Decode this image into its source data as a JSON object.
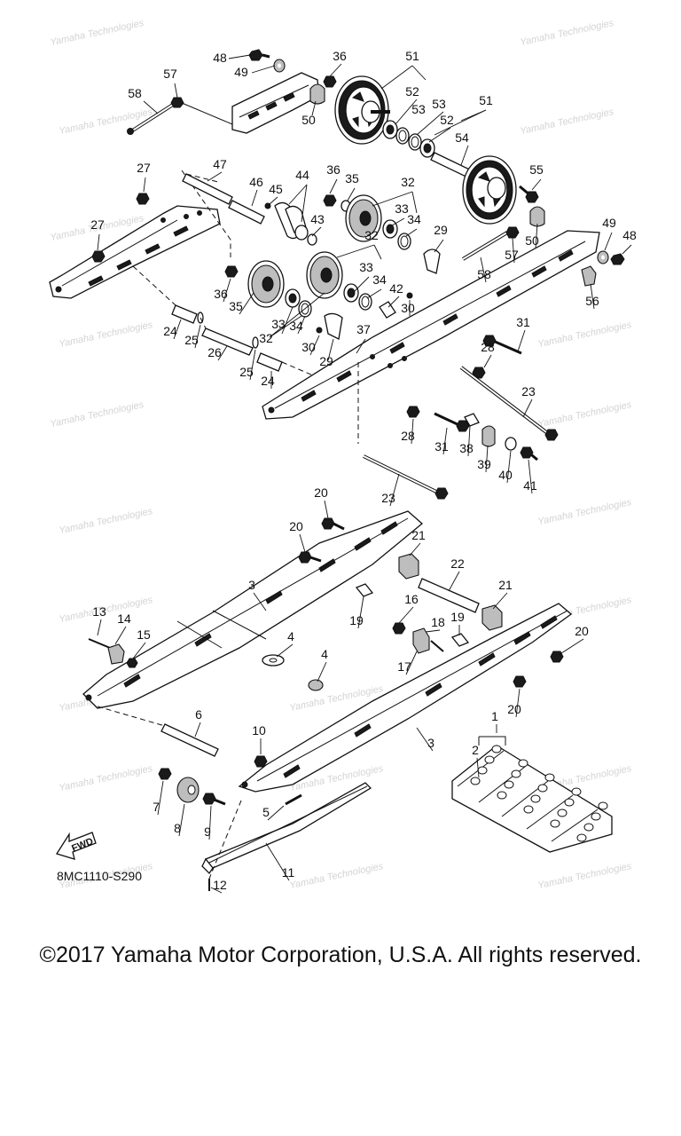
{
  "diagram": {
    "code": "8MC1110-S290",
    "fwd_label": "FWD",
    "watermark": "Yamaha Technologies",
    "callouts": [
      {
        "id": "48a",
        "text": "48"
      },
      {
        "id": "49a",
        "text": "49"
      },
      {
        "id": "57a",
        "text": "57"
      },
      {
        "id": "58a",
        "text": "58"
      },
      {
        "id": "36a",
        "text": "36"
      },
      {
        "id": "50a",
        "text": "50"
      },
      {
        "id": "51a",
        "text": "51"
      },
      {
        "id": "52a",
        "text": "52"
      },
      {
        "id": "53a",
        "text": "53"
      },
      {
        "id": "51b",
        "text": "51"
      },
      {
        "id": "53b",
        "text": "53"
      },
      {
        "id": "52b",
        "text": "52"
      },
      {
        "id": "54",
        "text": "54"
      },
      {
        "id": "55",
        "text": "55"
      },
      {
        "id": "27a",
        "text": "27"
      },
      {
        "id": "47",
        "text": "47"
      },
      {
        "id": "46",
        "text": "46"
      },
      {
        "id": "45",
        "text": "45"
      },
      {
        "id": "44",
        "text": "44"
      },
      {
        "id": "36b",
        "text": "36"
      },
      {
        "id": "35a",
        "text": "35"
      },
      {
        "id": "32a",
        "text": "32"
      },
      {
        "id": "33a",
        "text": "33"
      },
      {
        "id": "34a",
        "text": "34"
      },
      {
        "id": "43",
        "text": "43"
      },
      {
        "id": "29a",
        "text": "29"
      },
      {
        "id": "32b",
        "text": "32"
      },
      {
        "id": "50b",
        "text": "50"
      },
      {
        "id": "49b",
        "text": "49"
      },
      {
        "id": "48b",
        "text": "48"
      },
      {
        "id": "57b",
        "text": "57"
      },
      {
        "id": "27b",
        "text": "27"
      },
      {
        "id": "58b",
        "text": "58"
      },
      {
        "id": "36c",
        "text": "36"
      },
      {
        "id": "35b",
        "text": "35"
      },
      {
        "id": "33b",
        "text": "33"
      },
      {
        "id": "34b",
        "text": "34"
      },
      {
        "id": "42",
        "text": "42"
      },
      {
        "id": "30a",
        "text": "30"
      },
      {
        "id": "56",
        "text": "56"
      },
      {
        "id": "33c",
        "text": "33"
      },
      {
        "id": "34c",
        "text": "34"
      },
      {
        "id": "32c",
        "text": "32"
      },
      {
        "id": "30b",
        "text": "30"
      },
      {
        "id": "29b",
        "text": "29"
      },
      {
        "id": "37",
        "text": "37"
      },
      {
        "id": "31a",
        "text": "31"
      },
      {
        "id": "28a",
        "text": "28"
      },
      {
        "id": "24a",
        "text": "24"
      },
      {
        "id": "25a",
        "text": "25"
      },
      {
        "id": "26",
        "text": "26"
      },
      {
        "id": "25b",
        "text": "25"
      },
      {
        "id": "24b",
        "text": "24"
      },
      {
        "id": "23a",
        "text": "23"
      },
      {
        "id": "28b",
        "text": "28"
      },
      {
        "id": "31b",
        "text": "31"
      },
      {
        "id": "38",
        "text": "38"
      },
      {
        "id": "39",
        "text": "39"
      },
      {
        "id": "40",
        "text": "40"
      },
      {
        "id": "41",
        "text": "41"
      },
      {
        "id": "23b",
        "text": "23"
      },
      {
        "id": "20a",
        "text": "20"
      },
      {
        "id": "20b",
        "text": "20"
      },
      {
        "id": "21a",
        "text": "21"
      },
      {
        "id": "22",
        "text": "22"
      },
      {
        "id": "3a",
        "text": "3"
      },
      {
        "id": "21b",
        "text": "21"
      },
      {
        "id": "19a",
        "text": "19"
      },
      {
        "id": "16",
        "text": "16"
      },
      {
        "id": "18",
        "text": "18"
      },
      {
        "id": "19b",
        "text": "19"
      },
      {
        "id": "13",
        "text": "13"
      },
      {
        "id": "14",
        "text": "14"
      },
      {
        "id": "15",
        "text": "15"
      },
      {
        "id": "4a",
        "text": "4"
      },
      {
        "id": "20c",
        "text": "20"
      },
      {
        "id": "17",
        "text": "17"
      },
      {
        "id": "4b",
        "text": "4"
      },
      {
        "id": "20d",
        "text": "20"
      },
      {
        "id": "1",
        "text": "1"
      },
      {
        "id": "6",
        "text": "6"
      },
      {
        "id": "10",
        "text": "10"
      },
      {
        "id": "3b",
        "text": "3"
      },
      {
        "id": "2",
        "text": "2"
      },
      {
        "id": "7",
        "text": "7"
      },
      {
        "id": "5",
        "text": "5"
      },
      {
        "id": "8",
        "text": "8"
      },
      {
        "id": "9",
        "text": "9"
      },
      {
        "id": "11",
        "text": "11"
      },
      {
        "id": "12",
        "text": "12"
      }
    ]
  },
  "footer": {
    "copyright": "©2017 Yamaha Motor Corporation, U.S.A. All rights reserved."
  }
}
